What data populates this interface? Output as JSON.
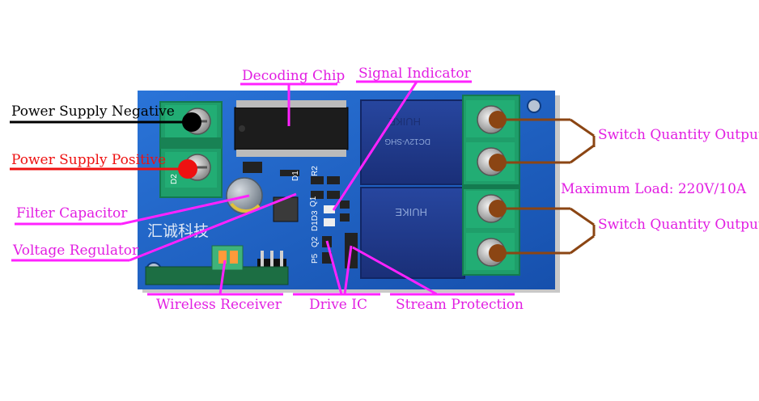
{
  "labels": {
    "decoding_chip": "Decoding Chip",
    "signal_indicator": "Signal Indicator",
    "power_negative": "Power Supply Negative",
    "power_positive": "Power Supply Positive",
    "filter_capacitor": "Filter Capacitor",
    "voltage_regulator": "Voltage Regulator",
    "wireless_receiver": "Wireless Receiver",
    "drive_ic": "Drive IC",
    "stream_protection": "Stream Protection",
    "switch_output_1": "Switch Quantity Output",
    "max_load": "Maximum Load: 220V/10A",
    "switch_output_2": "Switch Quantity Output"
  },
  "board_print": {
    "chinese_brand": "汇诚科技",
    "relay_text_1": "HUIKE",
    "relay_text_2": "HUIKE",
    "relay_model": "DC12V-SHG",
    "silk_d2": "D2",
    "silk_d1": "D1",
    "silk_q1": "Q1",
    "silk_q2": "Q2",
    "silk_d3": "D1D3",
    "silk_p5": "P5",
    "silk_r2": "R2"
  },
  "colors": {
    "label_magenta": "#e21ee2",
    "line_magenta": "#ff22ff",
    "pcb_blue": "#1d63c8",
    "terminal_green": "#1f9e6a",
    "relay_blue": "#1f3f9e",
    "wire_brown": "#8b4513"
  }
}
